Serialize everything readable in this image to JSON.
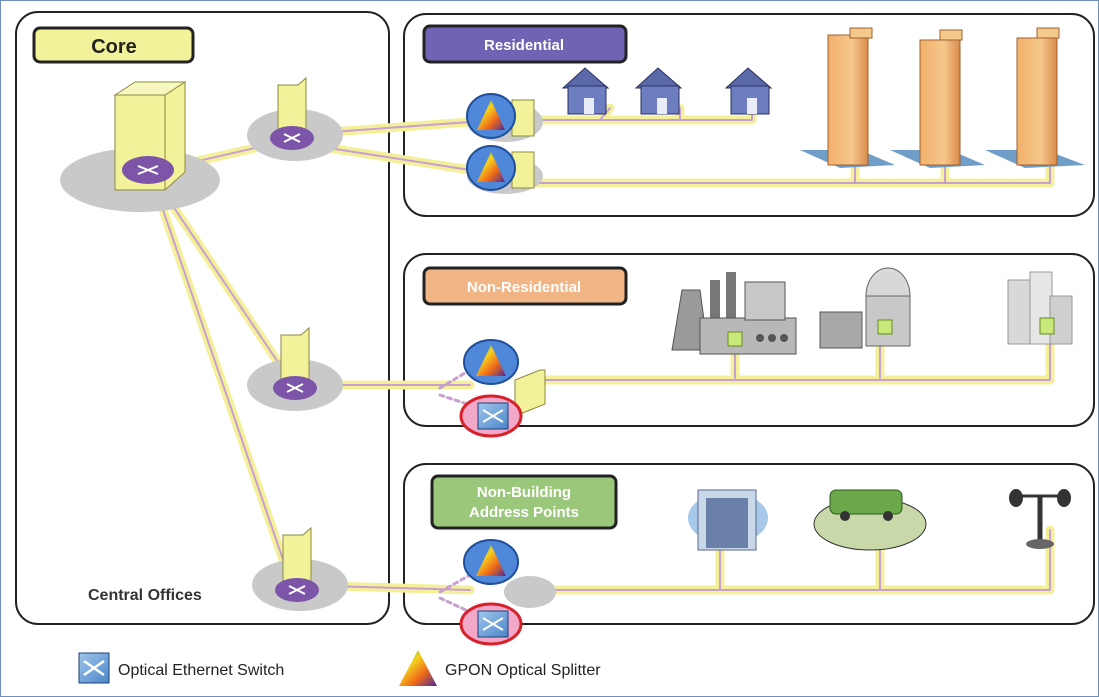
{
  "sections": {
    "core": "Core",
    "central_offices": "Central Offices",
    "residential": "Residential",
    "non_residential": "Non-Residential",
    "non_building_line1": "Non-Building",
    "non_building_line2": "Address Points"
  },
  "legend": {
    "switch_label": "Optical Ethernet Switch",
    "splitter_label": "GPON Optical Splitter"
  },
  "colors": {
    "fiber": "#f4f09a",
    "fiber_core": "#c8a0d0",
    "box_fill": "#f2f29a",
    "router": "#7d55a8",
    "residential_tag": "#6f64b4",
    "non_residential_tag": "#f1b484",
    "non_building_tag": "#9bc77a",
    "core_tag": "#f2f29a"
  },
  "icons": [
    "router-icon",
    "gpon-splitter-icon",
    "optical-ethernet-switch-icon",
    "house-icon",
    "apartment-tower-icon",
    "factory-icon",
    "refinery-icon",
    "office-building-icon",
    "elevator-icon",
    "bus-icon",
    "street-lamp-icon"
  ]
}
